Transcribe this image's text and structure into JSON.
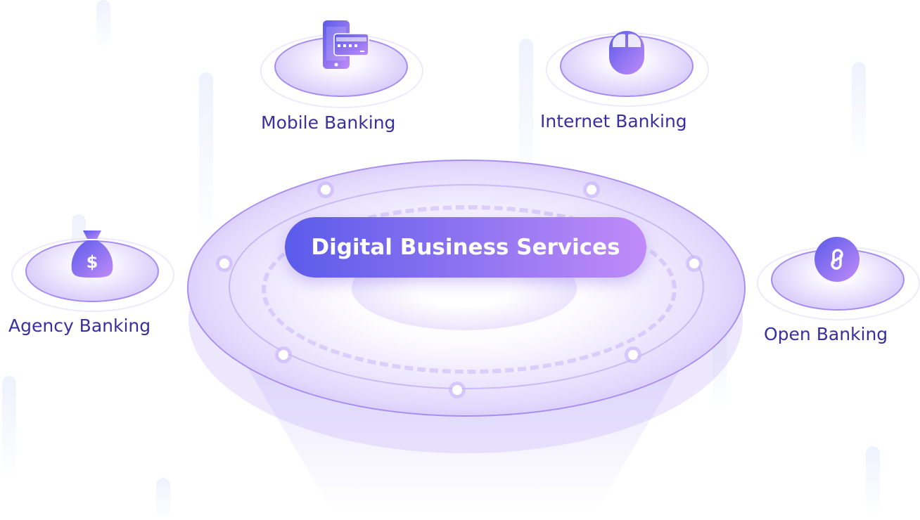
{
  "center": {
    "title": "Digital Business Services"
  },
  "nodes": [
    {
      "label": "Mobile Banking",
      "icon": "mobile-card-icon"
    },
    {
      "label": "Internet Banking",
      "icon": "mouse-icon"
    },
    {
      "label": "Agency Banking",
      "icon": "money-bag-icon"
    },
    {
      "label": "Open Banking",
      "icon": "link-icon"
    }
  ],
  "colors": {
    "accent_start": "#5b5bea",
    "accent_end": "#c08bf8",
    "label": "#3a2f9e"
  }
}
